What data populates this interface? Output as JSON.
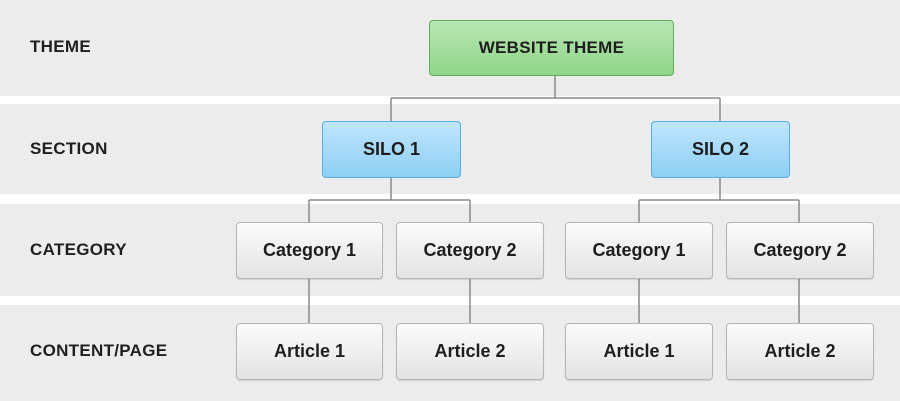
{
  "rows": [
    {
      "label": "THEME"
    },
    {
      "label": "SECTION"
    },
    {
      "label": "CATEGORY"
    },
    {
      "label": "CONTENT/PAGE"
    }
  ],
  "theme": {
    "label": "WEBSITE THEME"
  },
  "silos": [
    {
      "label": "SILO 1",
      "categories": [
        {
          "label": "Category 1",
          "article": "Article 1"
        },
        {
          "label": "Category 2",
          "article": "Article 2"
        }
      ]
    },
    {
      "label": "SILO 2",
      "categories": [
        {
          "label": "Category 1",
          "article": "Article 1"
        },
        {
          "label": "Category 2",
          "article": "Article 2"
        }
      ]
    }
  ],
  "colors": {
    "band": "#ececec",
    "theme_fill": "#a4de9e",
    "silo_fill": "#a6daf8",
    "category_fill": "#efefef",
    "connector": "#8a8a8a"
  }
}
